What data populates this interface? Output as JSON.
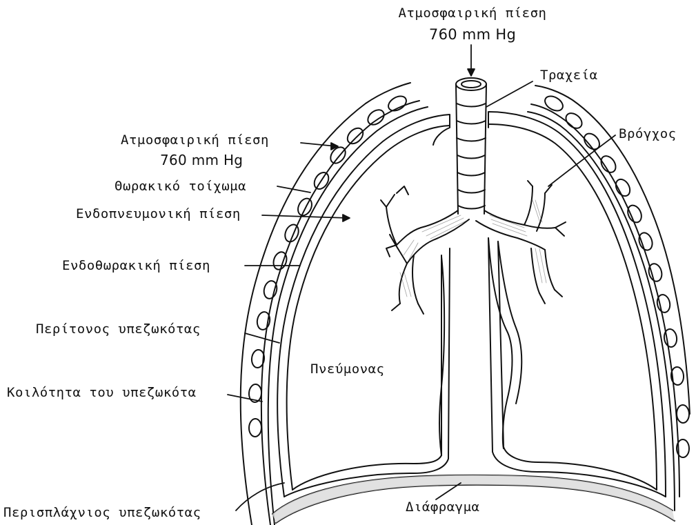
{
  "labels": {
    "atm_top_line1": "Ατμοσφαιρική πίεση",
    "atm_top_line2": "760 mm Hg",
    "trachea": "Τραχεία",
    "bronchus": "Βρόγχος",
    "atm_left_line1": "Ατμοσφαιρική πίεση",
    "atm_left_line2": "760 mm Hg",
    "thoracic_wall": "Θωρακικό τοίχωμα",
    "intrapulmonary_pressure": "Ενδοπνευμονική πίεση",
    "intrathoracic_pressure": "Ενδοθωρακική πίεση",
    "visceral_pleura": "Περίτονος υπεζωκότας",
    "pleural_cavity": "Κοιλότητα του υπεζωκότα",
    "lung": "Πνεύμονας",
    "parietal_pleura": "Περισπλάχνιος υπεζωκότας",
    "diaphragm": "Διάφραγμα"
  },
  "colors": {
    "ink": "#111111",
    "background": "#ffffff"
  }
}
